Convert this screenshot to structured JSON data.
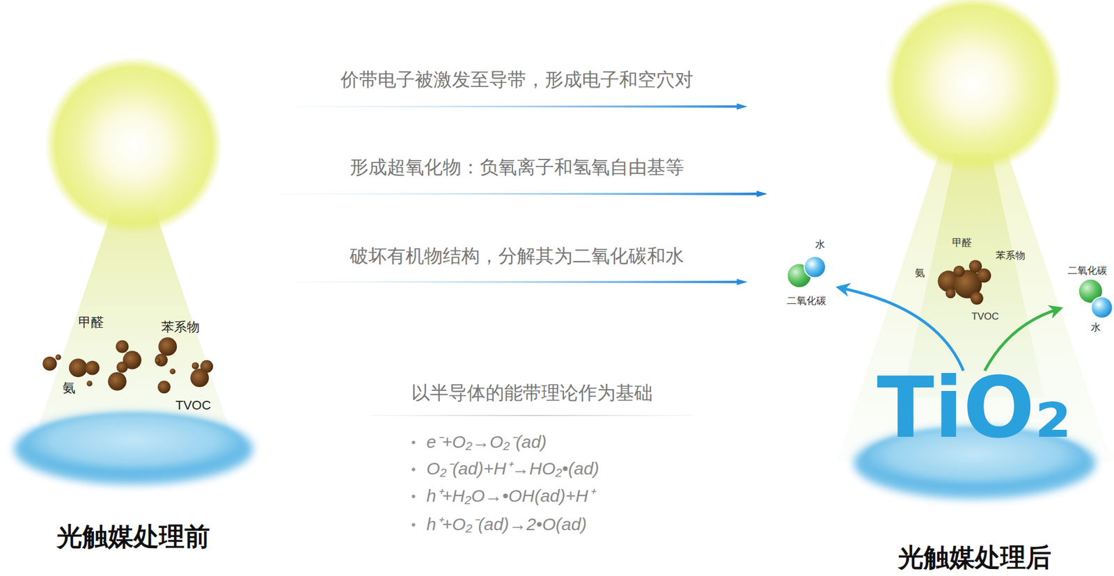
{
  "diagram": {
    "labels": [
      "价带电子被激发至导带，形成电子和空穴对",
      "形成超氧化物：负氧离子和氢氧自由基等",
      "破坏有机物结构，分解其为二氧化碳和水",
      "以半导体的能带理论作为基础",
      "e⁻+O₂→O₂⁻(ad)",
      "O₂⁻(ad)+H⁺→HO₂•(ad)",
      "h⁺+H₂O→•OH(ad)+H⁺",
      "h⁺+O₂⁻(ad)→2•O(ad)",
      "甲醛",
      "苯系物",
      "氨",
      "TVOC",
      "光触媒处理前",
      "水",
      "二氧化碳",
      "甲醛",
      "苯系物",
      "氨",
      "TVOC",
      "二氧化碳",
      "水",
      "TiO₂",
      "光触媒处理后"
    ]
  }
}
